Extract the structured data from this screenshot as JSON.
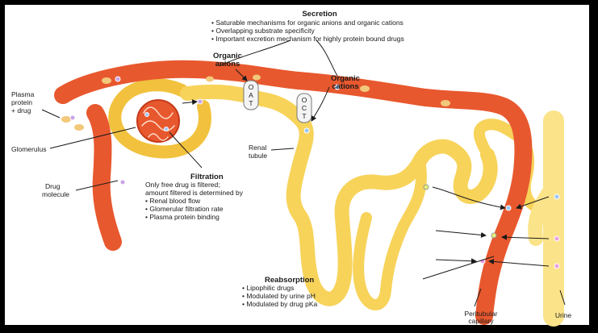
{
  "secretion": {
    "title": "Secretion",
    "bullets": [
      "• Saturable mechanisms for organic anions and organic cations",
      "• Overlapping substrate specificity",
      "• Important excretion mechanism for highly protein bound drugs"
    ]
  },
  "organic_anions": [
    "Organic",
    "anions"
  ],
  "organic_cations": [
    "Organic",
    "cations"
  ],
  "oat": [
    "O",
    "A",
    "T"
  ],
  "oct": [
    "O",
    "C",
    "T"
  ],
  "plasma": [
    "Plasma",
    "protein",
    "+ drug"
  ],
  "glomerulus": "Glomerulus",
  "drug_molecule": [
    "Drug",
    "molecule"
  ],
  "renal_tubule": [
    "Renal",
    "tubule"
  ],
  "filtration": {
    "title": "Filtration",
    "lines": [
      "Only free drug is filtered;",
      "amount filtered is determined by",
      "• Renal blood flow",
      "• Glomerular filtration rate",
      "• Plasma protein binding"
    ]
  },
  "reabsorption": {
    "title": "Reabsorption",
    "bullets": [
      "• Lipophilic drugs",
      "• Modulated by urine pH",
      "• Modulated by drug pKa"
    ]
  },
  "peritubular": [
    "Peritubular",
    "capillary"
  ],
  "urine": "Urine",
  "colors": {
    "vessel": "#e8582e",
    "vessel_edge": "#c43a18",
    "tubule": "#f7d35a",
    "tubule_light": "#fbe89a",
    "background": "#ffffff",
    "frame": "#000000"
  }
}
